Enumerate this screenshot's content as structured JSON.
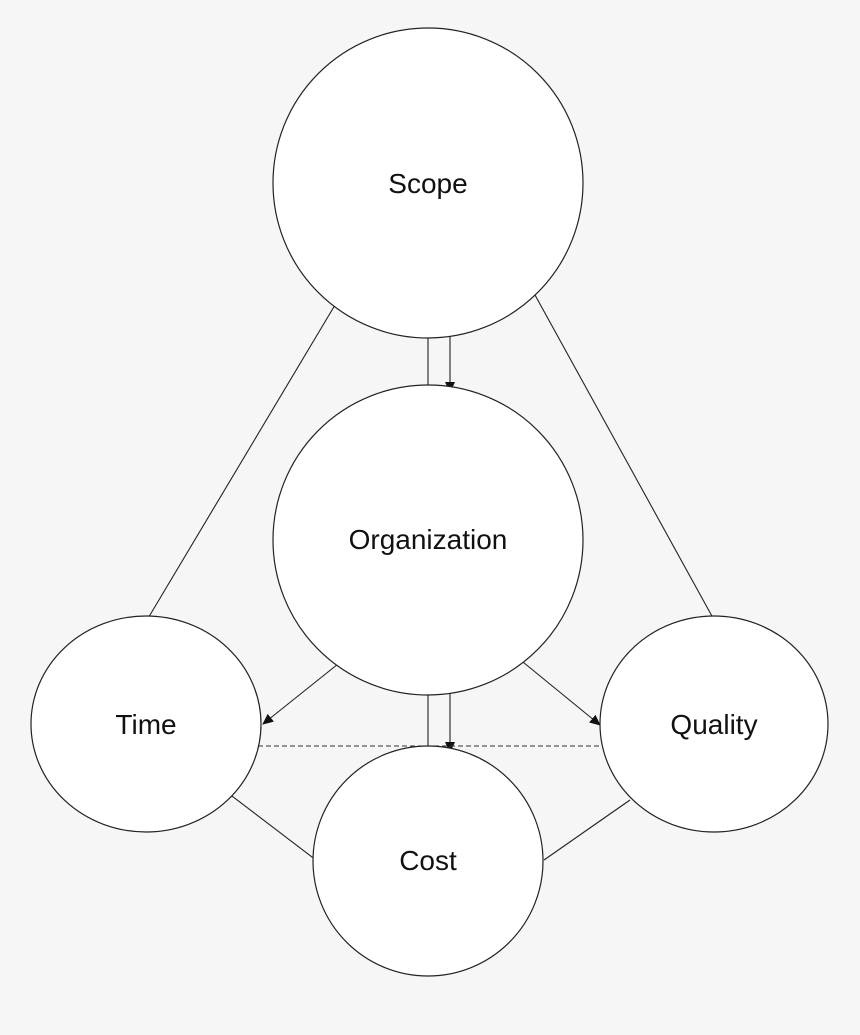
{
  "diagram": {
    "nodes": {
      "scope": {
        "label": "Scope"
      },
      "organization": {
        "label": "Organization"
      },
      "time": {
        "label": "Time"
      },
      "quality": {
        "label": "Quality"
      },
      "cost": {
        "label": "Cost"
      }
    },
    "edges": [
      {
        "from": "scope",
        "to": "time",
        "style": "solid",
        "arrow": false
      },
      {
        "from": "scope",
        "to": "quality",
        "style": "solid",
        "arrow": false
      },
      {
        "from": "scope",
        "to": "organization",
        "style": "double-line",
        "arrow": true
      },
      {
        "from": "organization",
        "to": "time",
        "style": "solid",
        "arrow": true
      },
      {
        "from": "organization",
        "to": "quality",
        "style": "solid",
        "arrow": true
      },
      {
        "from": "organization",
        "to": "cost",
        "style": "double-line",
        "arrow": true
      },
      {
        "from": "time",
        "to": "cost",
        "style": "solid",
        "arrow": false
      },
      {
        "from": "quality",
        "to": "cost",
        "style": "solid",
        "arrow": false
      },
      {
        "from": "time",
        "to": "quality",
        "style": "dashed",
        "arrow": false
      }
    ],
    "colors": {
      "background": "#f6f6f6",
      "node_fill": "#ffffff",
      "stroke": "#222222"
    }
  }
}
